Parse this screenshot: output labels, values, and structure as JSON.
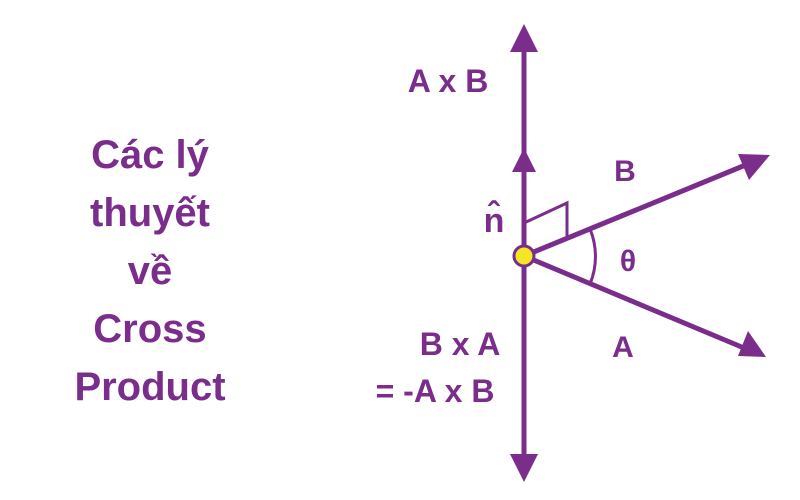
{
  "title_lines": [
    "Các lý",
    "thuyết",
    "về",
    "Cross",
    "Product"
  ],
  "labels": {
    "a_cross_b": "A x B",
    "b": "B",
    "n_hat": "n̂",
    "theta": "θ",
    "a": "A",
    "b_cross_a": "B x A",
    "neg_a_cross_b": "= -A x B"
  },
  "colors": {
    "primary": "#7b2d8c",
    "origin_point": "#f5e625"
  }
}
